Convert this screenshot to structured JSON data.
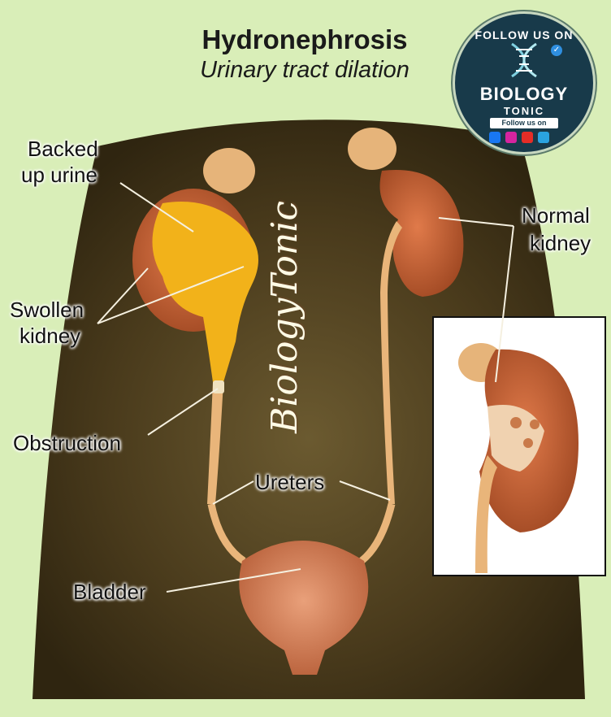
{
  "header": {
    "title": "Hydronephrosis",
    "subtitle": "Urinary tract dilation"
  },
  "labels": {
    "backed_up_urine_1": "Backed",
    "backed_up_urine_2": "up urine",
    "swollen_kidney_1": "Swollen",
    "swollen_kidney_2": "kidney",
    "obstruction": "Obstruction",
    "ureters": "Ureters",
    "bladder": "Bladder",
    "normal_kidney_1": "Normal",
    "normal_kidney_2": "kidney"
  },
  "badge": {
    "top": "FOLLOW US ON",
    "main": "BIOLOGY",
    "sub": "TONIC",
    "follow": "Follow us on"
  },
  "watermark": "BiologyTonic",
  "colors": {
    "background": "#d9eeb8",
    "body_dark": "#4a3a1e",
    "kidney": "#c8653a",
    "urine": "#f2b21a",
    "badge": "#183a4a"
  }
}
